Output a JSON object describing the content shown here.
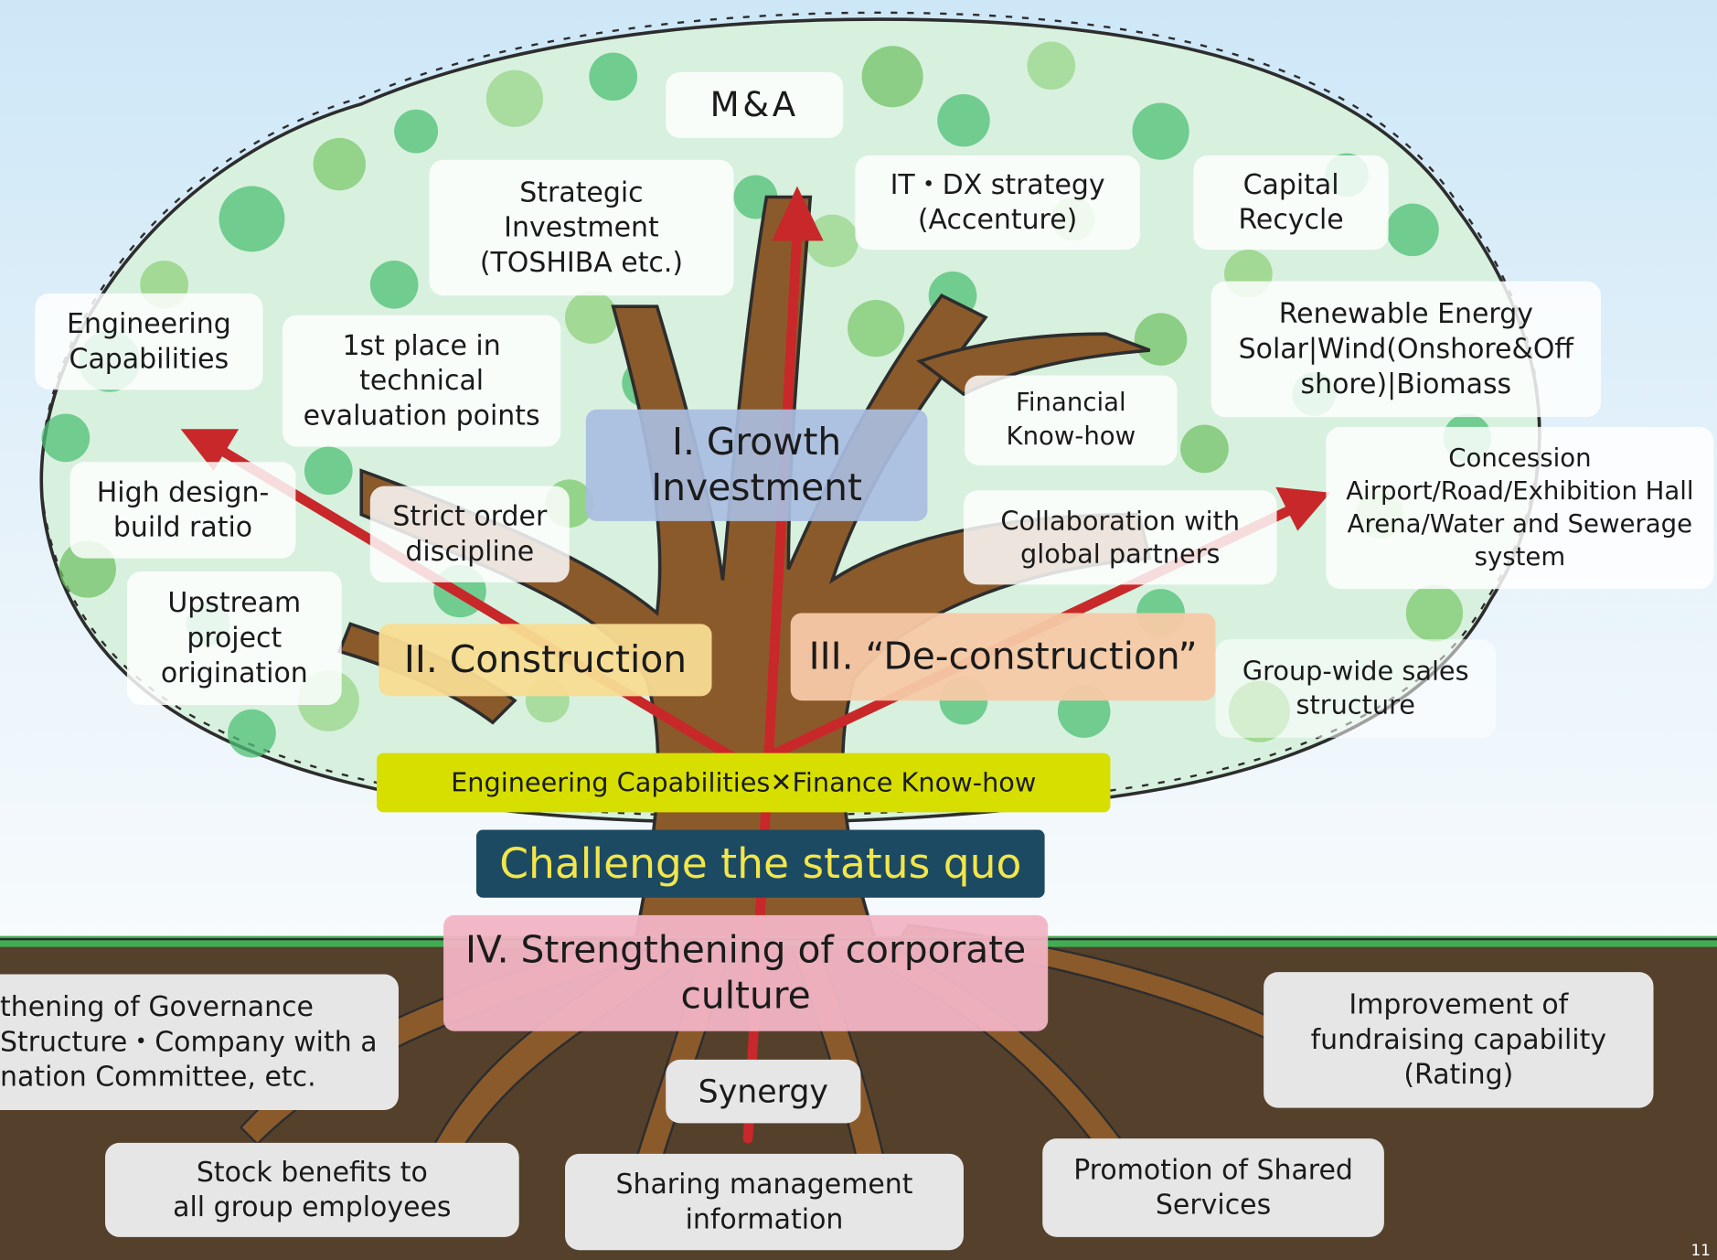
{
  "pillars": {
    "growth": "I. Growth\nInvestment",
    "construction": "II. Construction",
    "deconstruction": "III. “De-construction”",
    "culture": "IV. Strengthening of corporate\nculture"
  },
  "core": {
    "synergy_bar": "Engineering Capabilities✕Finance Know-how",
    "challenge": "Challenge the status  quo"
  },
  "growth_items": {
    "ma": "M&A",
    "strategic": "Strategic\nInvestment\n(TOSHIBA etc.)",
    "it_dx": "IT・DX strategy\n(Accenture)",
    "capital_recycle": "Capital\nRecycle"
  },
  "construction_items": {
    "engineering": "Engineering\nCapabilities",
    "first_place": "1st place in\ntechnical\nevaluation points",
    "high_design": "High design-\nbuild ratio",
    "strict_order": "Strict order\ndiscipline",
    "upstream": "Upstream\nproject\norigination"
  },
  "deconstruction_items": {
    "renewable": "Renewable Energy\nSolar|Wind(Onshore&Off\nshore)|Biomass",
    "financial": "Financial\nKnow-how",
    "concession": "Concession\nAirport/Road/Exhibition Hall\nArena/Water and Sewerage\nsystem",
    "collaboration": "Collaboration with\nglobal partners",
    "sales": "Group-wide sales\nstructure"
  },
  "root_items": {
    "governance": "thening of Governance\nStructure・Company with a\nnation Committee, etc.",
    "synergy": "Synergy",
    "fundraising": "Improvement of\nfundraising capability\n(Rating)",
    "stock": "Stock benefits to\nall group employees",
    "sharing": "Sharing management\ninformation",
    "shared_services": "Promotion of Shared\nServices"
  },
  "slide_number": "11",
  "colors": {
    "growth": "#a9bde0",
    "construction": "#f8dc92",
    "deconstruction": "#f7c9a6",
    "culture": "#f2b4c4",
    "synergy_bar": "#d7df00",
    "challenge_bg": "#1d4a63",
    "challenge_text": "#f2e64a",
    "arrow": "#c8282a",
    "trunk": "#8b5a2b",
    "soil": "#55402c"
  }
}
